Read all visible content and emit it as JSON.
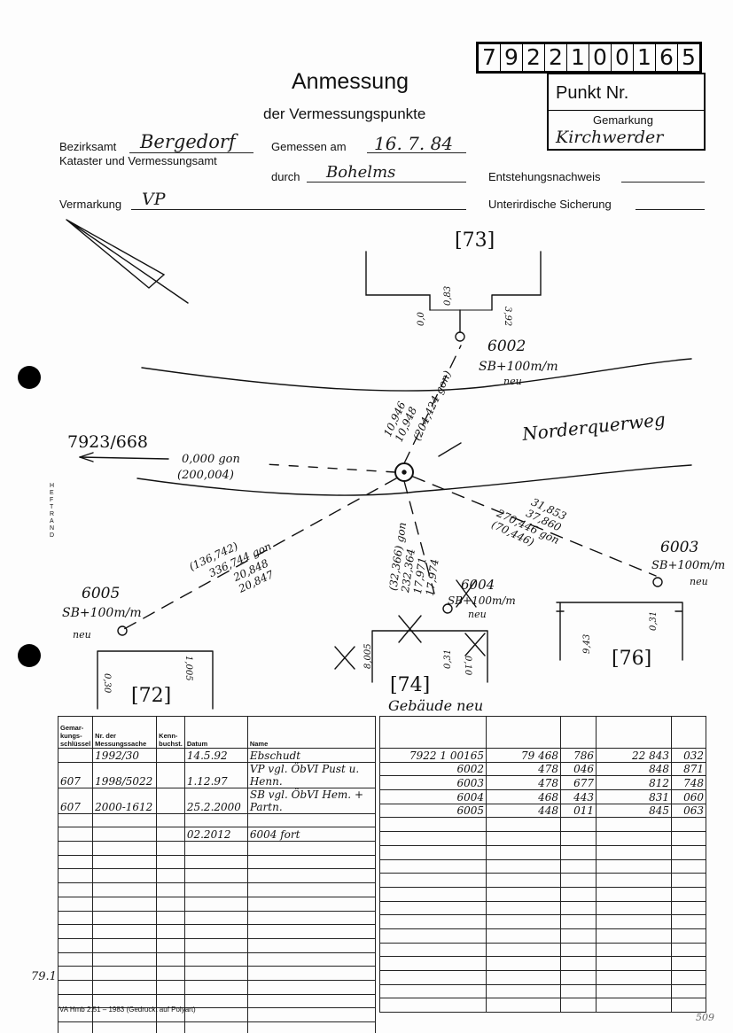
{
  "header": {
    "title": "Anmessung",
    "subtitle": "der Vermessungspunkte",
    "point_number": [
      "7",
      "9",
      "2",
      "2",
      "1",
      "0",
      "0",
      "1",
      "6",
      "5"
    ],
    "punkt_nr_label": "Punkt Nr.",
    "gemarkung_label": "Gemarkung",
    "gemarkung_value": "Kirchwerder"
  },
  "form": {
    "bezirksamt_label": "Bezirksamt",
    "bezirksamt_value": "Bergedorf",
    "kataster_label": "Kataster und Vermessungsamt",
    "gemessen_label": "Gemessen am",
    "gemessen_value": "16. 7. 84",
    "durch_label": "durch",
    "durch_value": "Bohelms",
    "entstehung_label": "Entstehungsnachweis",
    "vermarkung_label": "Vermarkung",
    "vermarkung_value": "VP",
    "sicherung_label": "Unterirdische Sicherung",
    "heftrand": "HEFTRAND"
  },
  "sketch": {
    "b73": "[73]",
    "b72": "[72]",
    "b74": "[74]",
    "b76": "[76]",
    "gebaeude": "Gebäude neu",
    "p6002": "6002",
    "p6002_desc": "SB+100m/m",
    "neu": "neu",
    "p6003": "6003",
    "p6003_desc": "SB+100m/m",
    "p6004": "6004",
    "p6004_desc": "SB+100m/m",
    "p6005": "6005",
    "p6005_desc": "SB+100m/m",
    "street": "Norderquerweg",
    "ref": "7923/668",
    "dir_ref": "0,000 gon",
    "dir_ref2": "(200,004)",
    "d6002a": "10,946",
    "d6002b": "10,948",
    "d6002c": "(204,424 gon)",
    "d6003a": "31,853",
    "d6003b": "37,860",
    "d6003c": "270,446 gon",
    "d6003d": "(70,446)",
    "d6004a": "(32,366) gon",
    "d6004b": "232,364",
    "d6004c": "17,971",
    "d6004d": "17,974",
    "d6005a": "(136,742)",
    "d6005b": "336,744 gon",
    "d6005c": "20,848",
    "d6005d": "20,847",
    "m73a": "0,0",
    "m73b": "0,83",
    "m73c": "3,92",
    "m72a": "0,30",
    "m72b": "1,005",
    "m74a": "8,005",
    "m74b": "0,31",
    "m74c": "0,10",
    "m76a": "9,43",
    "m76b": "0,31"
  },
  "left_table": {
    "headers": [
      "Gemar-kungs-schlüssel",
      "Nr. der Messungssache",
      "Kenn-buchst.",
      "Datum",
      "Name"
    ],
    "rows": [
      [
        "",
        "1992/30",
        "",
        "14.5.92",
        "Ebschudt"
      ],
      [
        "607",
        "1998/5022",
        "",
        "1.12.97",
        "VP vgl. ÖbVI Pust u. Henn."
      ],
      [
        "607",
        "2000-1612",
        "",
        "25.2.2000",
        "SB vgl. ÖbVI Hem. + Partn."
      ],
      [
        "",
        "",
        "",
        "",
        ""
      ],
      [
        "",
        "",
        "",
        "02.2012",
        "6004 fort"
      ]
    ]
  },
  "right_table": {
    "rows": [
      [
        "7922 1 00165",
        "79 468",
        "786",
        "22 843",
        "032"
      ],
      [
        "6002",
        "478",
        "046",
        "848",
        "871"
      ],
      [
        "6003",
        "478",
        "677",
        "812",
        "748"
      ],
      [
        "6004",
        "468",
        "443",
        "831",
        "060"
      ],
      [
        "6005",
        "448",
        "011",
        "845",
        "063"
      ]
    ]
  },
  "footer": {
    "imprint": "VA Hmb 2.51 – 1983 (Gedruckt auf Polyart)",
    "margin_note": "79.1",
    "page_no": "509"
  }
}
